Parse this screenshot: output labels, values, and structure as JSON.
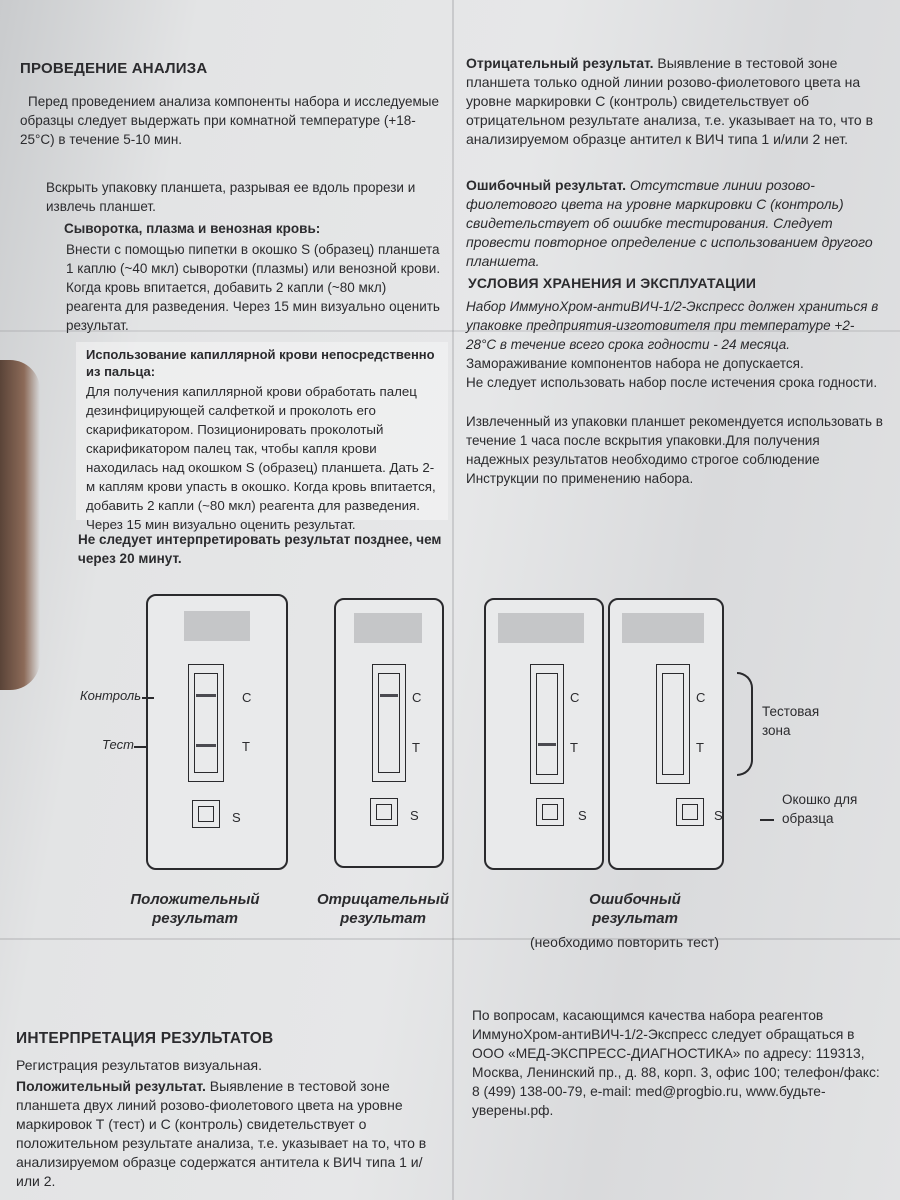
{
  "left": {
    "title": "ПРОВЕДЕНИЕ АНАЛИЗА",
    "p1": "Перед проведением анализа компоненты набора и исследуемые образцы следует выдержать при комнатной температуре (+18-25°С) в течение 5-10 мин.",
    "p2": "Вскрыть упаковку планшета, разрывая ее вдоль прорези и извлечь планшет.",
    "serum_title": "Сыворотка, плазма и венозная кровь:",
    "serum_text": "Внести с помощью пипетки в окошко S (образец) планшета 1 каплю (~40 мкл) сыворотки (плазмы) или венозной крови. Когда кровь впитается, добавить 2 капли (~80 мкл) реагента для разведения. Через 15 мин визуально оценить результат.",
    "capillary_title": "Использование капиллярной крови непосредственно из пальца:",
    "capillary_text": "Для получения капиллярной крови обработать палец дезинфицирующей салфеткой и проколоть его скарификатором. Позиционировать проколотый скарификатором палец так, чтобы капля крови находилась над окошком S (образец) планшета. Дать 2-м каплям крови упасть в окошко. Когда кровь впитается, добавить 2 капли (~80 мкл) реагента для разведения. Через 15 мин визуально оценить результат.",
    "warning": "Не следует интерпретировать результат позднее, чем через 20 минут."
  },
  "right": {
    "neg_title": "Отрицательный результат.",
    "neg_text": " Выявление в тестовой зоне планшета только одной линии розово-фиолетового цвета на уровне маркировки С (контроль) свидетельствует об отрицательном результате анализа, т.е. указывает на то, что в анализируемом образце антител к ВИЧ типа 1 и/или 2 нет.",
    "err_title": "Ошибочный результат.",
    "err_text": " Отсутствие линии розово-фиолетового цвета на уровне маркировки С (контроль) свидетельствует об ошибке тестирования. Следует провести повторное определение с использованием другого планшета.",
    "storage_title": "УСЛОВИЯ ХРАНЕНИЯ И ЭКСПЛУАТАЦИИ",
    "storage_p1": "Набор ИммуноХром-антиВИЧ-1/2-Экспресс должен храниться в упаковке предприятия-изготовителя при температуре +2-28°С в течение всего срока годности - 24 месяца.",
    "storage_p2": "Замораживание компонентов набора не допускается.",
    "storage_p3": "Не следует использовать набор после истечения срока годности.",
    "storage_p4": "Извлеченный из упаковки планшет рекомендуется использовать в течение 1 часа после вскрытия упаковки.Для получения надежных результатов необходимо строгое соблюдение Инструкции по применению набора."
  },
  "diagram": {
    "control": "Контроль",
    "test": "Тест",
    "letter_c": "C",
    "letter_t": "T",
    "letter_s": "S",
    "test_zone": "Тестовая зона",
    "sample_window": "Окошко для образца",
    "cap_positive": "Положительный результат",
    "cap_negative": "Отрицательный результат",
    "cap_error": "Ошибочный результат",
    "cap_error_note": "(необходимо повторить тест)"
  },
  "bottom": {
    "interp_title": "ИНТЕРПРЕТАЦИЯ РЕЗУЛЬТАТОВ",
    "interp_p1": "Регистрация результатов визуальная.",
    "pos_title": "Положительный результат.",
    "pos_text": " Выявление в тестовой зоне планшета двух линий розово-фиолетового цвета на уровне маркировок Т (тест) и С (контроль) свидетельствует о положительном результате анализа, т.е. указывает на то, что в анализируемом образце содержатся антитела к ВИЧ типа 1 и/или 2.",
    "contact": "По вопросам, касающимся качества набора реагентов ИммуноХром-антиВИЧ-1/2-Экспресс следует обращаться в ООО «МЕД-ЭКСПРЕСС-ДИАГНОСТИКА» по адресу: 119313, Москва, Ленинский пр., д. 88, корп. 3, офис 100; телефон/факс: 8 (499) 138-00-79, e-mail: med@progbio.ru, www.будьте-уверены.рф."
  }
}
